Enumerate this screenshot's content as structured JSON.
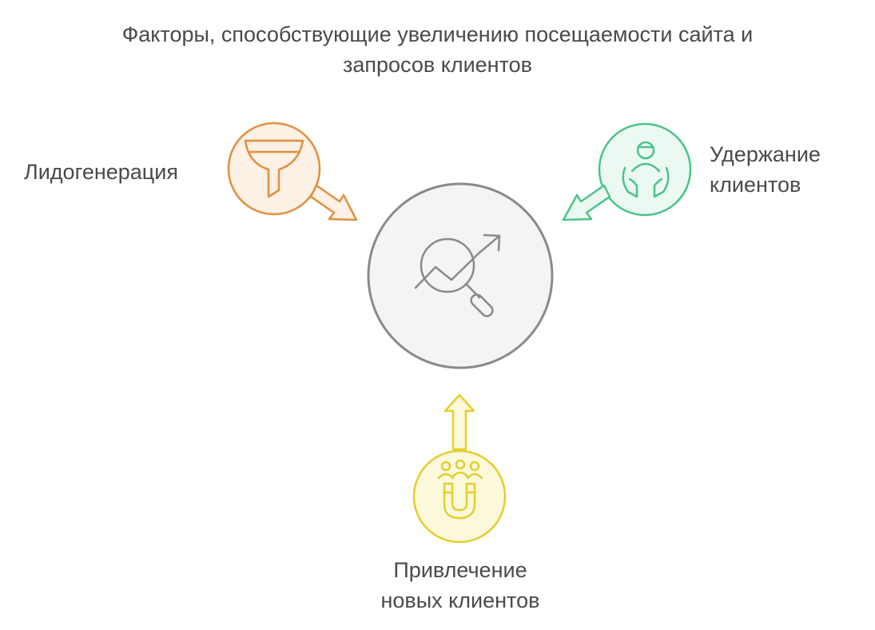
{
  "title": {
    "line1": "Факторы, способствующие увеличению посещаемости сайта и",
    "line2": "запросов клиентов"
  },
  "nodes": {
    "center": {
      "icon": "trend-magnifier-icon"
    },
    "lead_generation": {
      "label": "Лидогенерация",
      "icon": "funnel-icon",
      "color": "#e0903f",
      "fill": "#fdf0e4"
    },
    "retention": {
      "line1": "Удержание",
      "line2": "клиентов",
      "icon": "hands-person-icon",
      "color": "#4ac48a",
      "fill": "#ecf9f2"
    },
    "attraction": {
      "line1": "Привлечение",
      "line2": "новых клиентов",
      "icon": "magnet-people-icon",
      "color": "#e3cf2c",
      "fill": "#fcf8dc"
    }
  }
}
